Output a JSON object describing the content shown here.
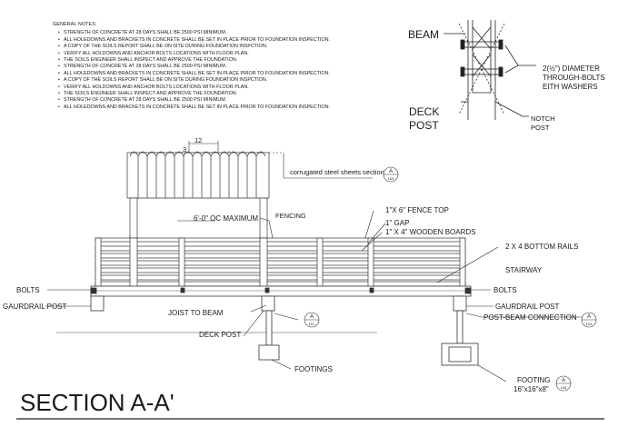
{
  "general_notes": {
    "heading": "GENERAL NOTES:",
    "items": [
      "STRENGTH OF CONCRETE AT 28 DAYS SHALL BE 2500 PSI MINIMUM.",
      "ALL HOLEDOWNS AND BRACKETS IN CONCRETE SHALL BE SET IN PLACE PRIOR TO FOUNDATION INSPECTION.",
      "A COPY OF THE SOILS REPORT SHALL BE ON SITE DURING FOUNDATION INSPCTION.",
      "VERIFY ALL HOLDOWNS AND ANCHOR BOLTS LOCATIONS WITH FLOOR PLAN.",
      "THE SOILS ENGINEER SHALL INSPECT AND APPROVE THE FOUNDATION.",
      "STRENGTH OF CONCRETE AT 28 DAYS SHALL BE 2500 PSI MINIMUM.",
      "ALL HOLEDOWNS AND BRACKETS IN CONCRETE SHALL BE SET IN PLACE PRIOR TO FOUNDATION INSPECTION.",
      "A COPY OF THE SOILS REPORT SHALL BE ON SITE DURING FOUNDATION INSPCTION.",
      "VERIFY ALL HOLDOWNS AND ANCHOR BOLTS LOCATIONS WITH FLOOR PLAN.",
      "THE SOILS ENGINEER SHALL INSPECT AND APPROVE THE FOUNDATION",
      "STRENGTH OF CONCRETE AT 28 DAYS SHALL BE 2500 PSI MINIMUM.",
      "ALL HOLEDOWNS AND BRACKETS IN CONCRETE SHALL BE SET IN PLACE PRIOR TO FOUNDATION INSPECTION."
    ]
  },
  "detail": {
    "beam": "BEAM",
    "deck": "DECK",
    "post": "POST",
    "bolt_line1": "2(½\") DIAMETER",
    "bolt_line2": "THROUGH-BOLTS",
    "bolt_line3": "EITH WASHERS",
    "notch_line1": "NOTCH",
    "notch_line2": "POST"
  },
  "section": {
    "title": "SECTION A-A'",
    "dim_12": "12",
    "dim_3": "3",
    "corrugated": "corrugated steel sheets section",
    "spacing": "6'-0\" OC MAXIMUM",
    "fencing": "FENCING",
    "fence_top": "1\"X 6\" FENCE TOP",
    "gap": "1\" GAP",
    "boards": "1\" X 4\" WOODEN BOARDS",
    "bottom_rails": "2 X 4 BOTTOM RAILS",
    "stairway": "STAIRWAY",
    "bolts_left": "BOLTS",
    "bolts_right": "BOLTS",
    "guardrail_left": "GAURDRAIL POST",
    "guardrail_right": "GAURDRAIL POST",
    "joist": "JOIST TO BEAM",
    "post_beam": "POST-BEAM CONNECTION",
    "deck_post": "DECK POST",
    "footings": "FOOTINGS",
    "footing": "FOOTING",
    "footing_size": "16\"x16\"x8\""
  },
  "tags": [
    {
      "letter": "A",
      "number": "103"
    },
    {
      "letter": "A",
      "number": "101"
    },
    {
      "letter": "A",
      "number": "104"
    },
    {
      "letter": "A",
      "number": "106"
    }
  ]
}
